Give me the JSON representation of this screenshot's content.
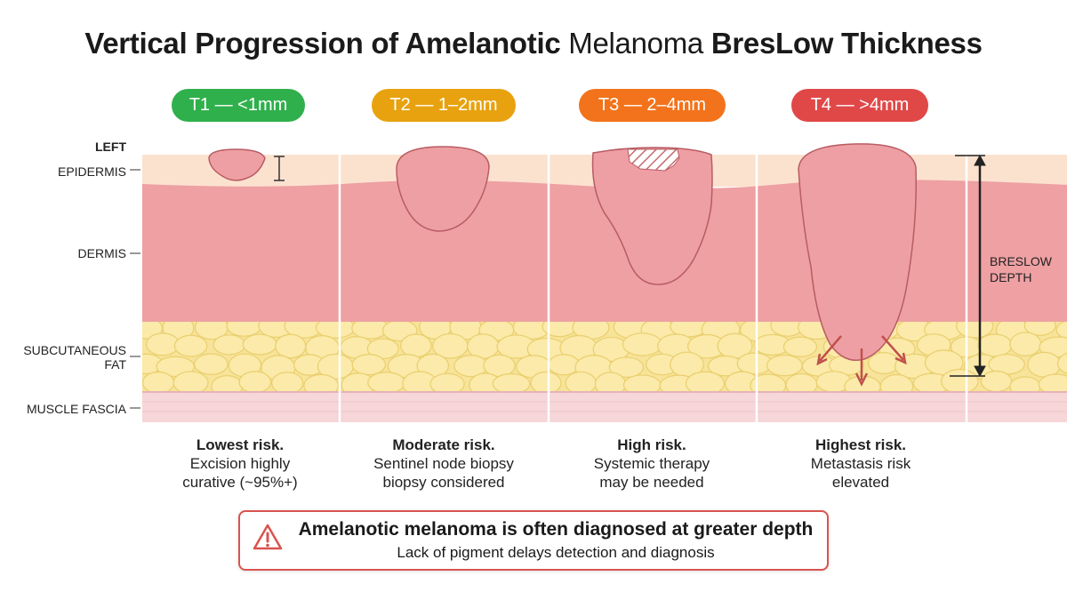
{
  "title": {
    "part1": "Vertical Progression of Amelanotic",
    "part2": "Melanoma",
    "part3": "BresLow Thickness"
  },
  "stages": [
    {
      "label": "T1 — <1mm",
      "color": "#2fb04c"
    },
    {
      "label": "T2 — 1–2mm",
      "color": "#e8a20f"
    },
    {
      "label": "T3 — 2–4mm",
      "color": "#f2731b"
    },
    {
      "label": "T4 — >4mm",
      "color": "#e04848"
    }
  ],
  "layers": {
    "top": "LEFT",
    "epidermis": "EPIDERMIS",
    "dermis": "DERMIS",
    "subcutaneous": [
      "SUBCUTANEOUS",
      "FAT"
    ],
    "muscle": "MUSCLE FASCIA"
  },
  "breslow_label": [
    "BRESLOW",
    "DEPTH"
  ],
  "risks": [
    {
      "heading": "Lowest risk.",
      "line1": "Excision highly",
      "line2": "curative (~95%+)"
    },
    {
      "heading": "Moderate risk.",
      "line1": "Sentinel node biopsy",
      "line2": "biopsy considered"
    },
    {
      "heading": "High risk.",
      "line1": "Systemic therapy",
      "line2": "may be needed"
    },
    {
      "heading": "Highest risk.",
      "line1": "Metastasis risk",
      "line2": "elevated"
    }
  ],
  "warning": {
    "title": "Amelanotic melanoma is often diagnosed at greater depth",
    "subtitle": "Lack of pigment delays detection and diagnosis",
    "icon": "warning-triangle-icon",
    "color": "#d9534f"
  },
  "colors": {
    "epidermis": "#fbe2cf",
    "dermis": "#eea0a3",
    "fat": "#f8e39a",
    "muscle": "#f6d6d8",
    "tumor": "#ee9fa3",
    "tumor_stroke": "#b85c63"
  }
}
